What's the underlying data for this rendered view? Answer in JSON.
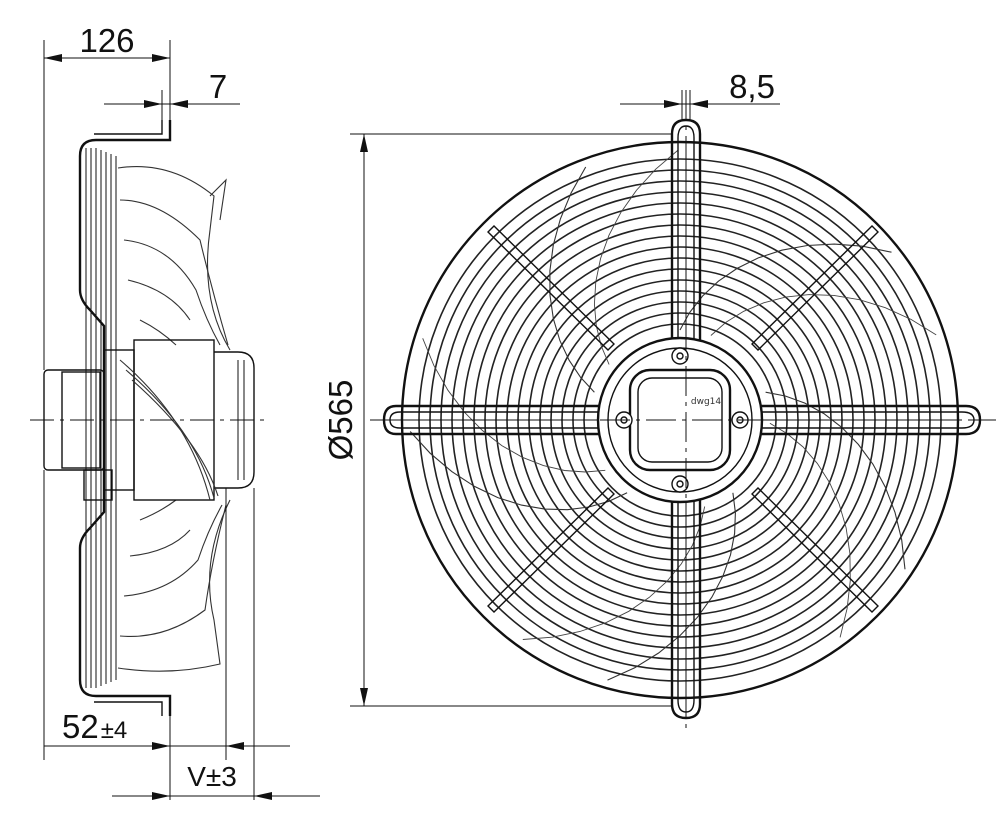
{
  "dimensions": {
    "overall_depth": "126",
    "flange_offset": "7",
    "strut_width": "8,5",
    "grille_diameter": "Ø565",
    "mount_distance_value": "52",
    "mount_distance_tolerance": "±4",
    "variable_offset": "V±3"
  },
  "label_mark": "dwg14"
}
